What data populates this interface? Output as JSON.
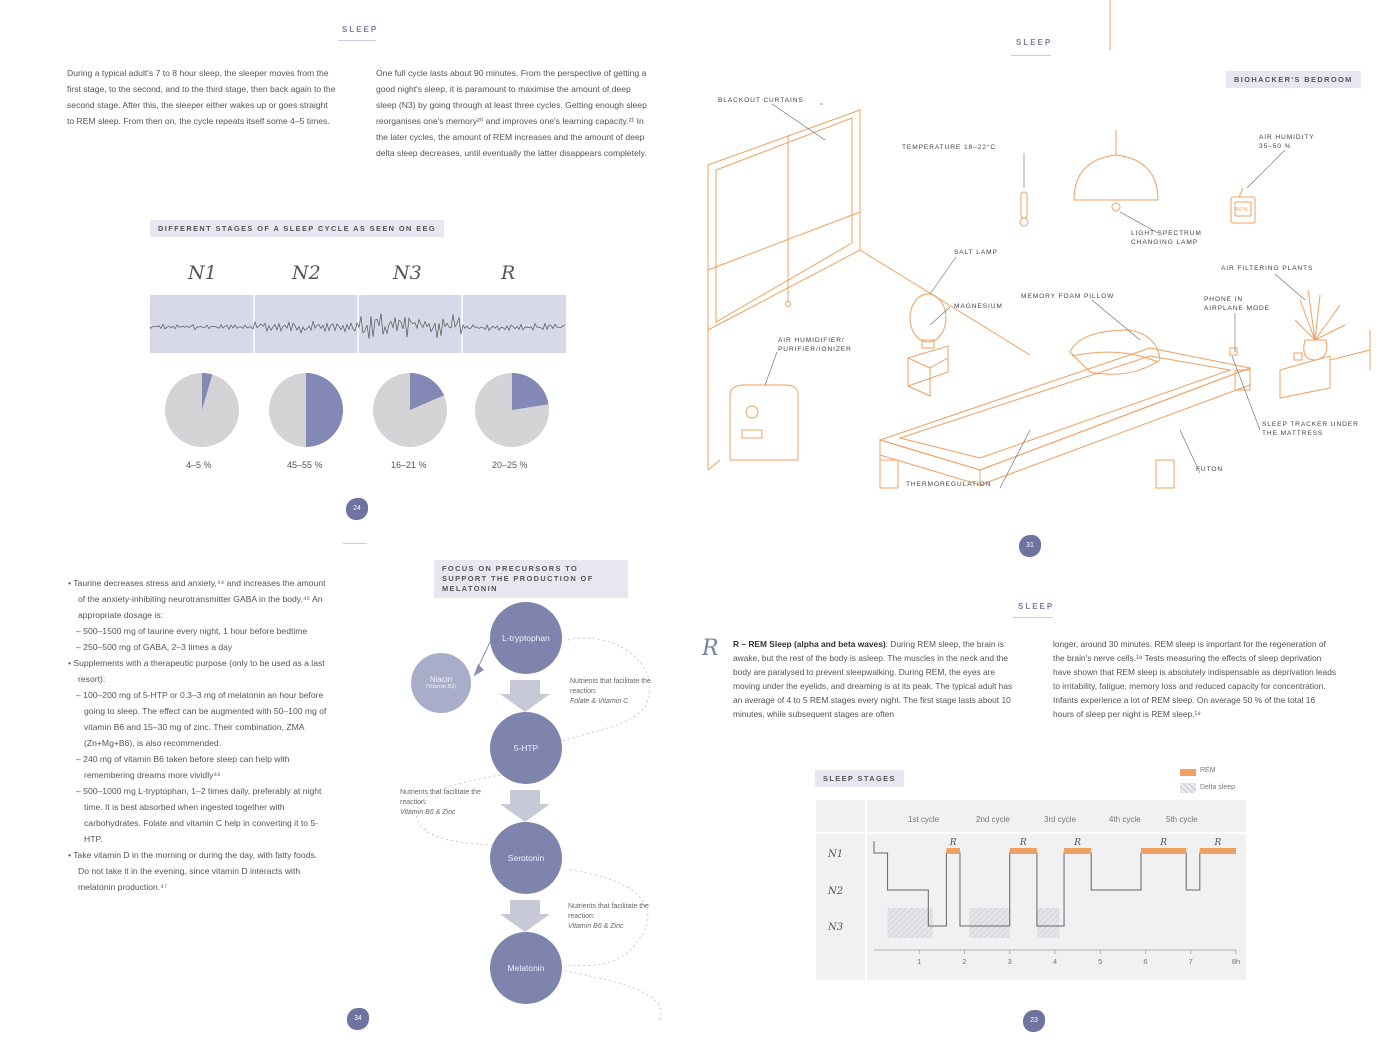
{
  "page_tl": {
    "section": "SLEEP",
    "col1": "During a typical adult's 7 to 8 hour sleep, the sleeper moves from the first stage, to the second, and to the third stage, then back again to the second stage. After this, the sleeper either wakes up or goes straight to REM sleep. From then on, the cycle repeats itself some 4–5 times.",
    "col2": "One full cycle lasts about 90 minutes. From the perspective of getting a good night's sleep, it is paramount to maximise the amount of deep sleep (N3) by going through at least three cycles. Getting enough sleep reorganises one's memory²⁰ and improves one's learning capacity.²¹ In the later cycles, the amount of REM increases and the amount of deep delta sleep decreases, until eventually the latter disappears completely.",
    "figure_title": "DIFFERENT STAGES OF A SLEEP CYCLE AS SEEN ON EEG",
    "stages": [
      {
        "label": "N1",
        "pct_label": "4–5 %",
        "share": 0.045
      },
      {
        "label": "N2",
        "pct_label": "45–55 %",
        "share": 0.5
      },
      {
        "label": "N3",
        "pct_label": "16–21 %",
        "share": 0.185
      },
      {
        "label": "R",
        "pct_label": "20–25 %",
        "share": 0.225
      }
    ],
    "page_number": "24"
  },
  "page_tr": {
    "section": "SLEEP",
    "box_title": "BIOHACKER'S BEDROOM",
    "labels": {
      "blackout": "BLACKOUT CURTAINS",
      "temperature": "TEMPERATURE 18–22°C",
      "humidity": "AIR HUMIDITY 35–50 %",
      "humidity_display": "40%",
      "lamp": "LIGHT SPECTRUM CHANGING LAMP",
      "salt": "SALT LAMP",
      "plants": "AIR FILTERING PLANTS",
      "magnesium": "MAGNESIUM",
      "pillow": "MEMORY FOAM PILLOW",
      "phone": "PHONE IN AIRPLANE MODE",
      "humidifier": "AIR HUMIDIFIER/ PURIFIER/IONIZER",
      "tracker": "SLEEP TRACKER UNDER THE MATTRESS",
      "futon": "FUTON",
      "thermo": "THERMOREGULATION"
    },
    "page_number": "31"
  },
  "page_bl": {
    "section": "SLEEP",
    "bullets": [
      {
        "kind": "main",
        "text": "• Taurine decreases stress and anxiety,⁴⁴ and increases the amount of the anxiety-inhibiting neurotransmitter GABA in the body.⁴⁵ An appropriate dosage is:"
      },
      {
        "kind": "sub",
        "text": "– 500–1500 mg of taurine every night, 1 hour before bedtime"
      },
      {
        "kind": "sub",
        "text": "– 250–500 mg of GABA, 2–3 times a day"
      },
      {
        "kind": "main",
        "text": "• Supplements with a therapeutic purpose (only to be used as a last resort):"
      },
      {
        "kind": "sub",
        "text": "– 100–200 mg of 5-HTP or 0.3–3 mg of melatonin an hour before going to sleep. The effect can be augmented with 50–100 mg of vitamin B6 and 15–30 mg of zinc. Their combination, ZMA (Zn+Mg+B6), is also recommended."
      },
      {
        "kind": "sub",
        "text": "– 240 mg of vitamin B6 taken before sleep can help with remembering dreams more vividly⁴⁶"
      },
      {
        "kind": "sub",
        "text": "– 500–1000 mg L-tryptophan, 1–2 times daily, preferably at night time. It is best absorbed when ingested together with carbohydrates. Folate and vitamin C help in converting it to 5-HTP."
      },
      {
        "kind": "main",
        "text": "• Take vitamin D in the morning or during the day, with fatty foods. Do not take it in the evening, since vitamin D interacts with melatonin production.⁴⁷"
      }
    ],
    "figure_title": "FOCUS ON PRECURSORS TO SUPPORT THE PRODUCTION OF MELATONIN",
    "chain": [
      "L-tryptophan",
      "5-HTP",
      "Serotonin",
      "Melatonin"
    ],
    "niacin": "Niacin",
    "niacin_sub": "(Vitamin B3)",
    "notes": [
      {
        "title": "Nutrients that facilitate the reaction:",
        "nutrients": "Folate & Vitamin C"
      },
      {
        "title": "Nutrients that facilitate the reaction:",
        "nutrients": "Vitamin B6 & Zinc"
      },
      {
        "title": "Nutrients that facilitate the reaction:",
        "nutrients": "Vitamin B6 & Zinc"
      }
    ],
    "page_number": "34"
  },
  "page_br": {
    "section": "SLEEP",
    "drop_cap": "R",
    "rem_heading": "R – REM Sleep (alpha and beta waves)",
    "rem_col1": ": During REM sleep, the brain is awake, but the rest of the body is asleep. The muscles in the neck and the body are paralysed to prevent sleepwalking. During REM, the eyes are moving under the eyelids, and dreaming is at its peak. The typical adult has an average of 4 to 5 REM stages every night. The first stage lasts about 10 minutes, while subsequent stages are often",
    "rem_col2": "longer, around 30 minutes. REM sleep is important for the regeneration of the brain's nerve cells.¹⁸ Tests measuring the effects of sleep deprivation have shown that REM sleep is absolutely indispensable as deprivation leads to irritability, fatigue, memory loss and reduced capacity for concentration. Infants experience a lot of REM sleep. On average 50 % of the total 16 hours of sleep per night is REM sleep.¹⁹",
    "chart_title": "SLEEP STAGES",
    "legend": [
      {
        "name": "REM",
        "color": "#f0a060"
      },
      {
        "name": "Delta sleep",
        "color": "#d4d5dc"
      }
    ],
    "page_number": "23"
  },
  "chart_data": {
    "type": "line",
    "title": "SLEEP STAGES",
    "xlabel": "",
    "ylabel": "",
    "cycles": [
      "1st cycle",
      "2nd cycle",
      "3rd cycle",
      "4th cycle",
      "5th cycle"
    ],
    "rem_marker": "R",
    "y_categories": [
      "N1",
      "N2",
      "N3"
    ],
    "x_ticks": [
      "1",
      "2",
      "3",
      "4",
      "5",
      "6",
      "7",
      "8h"
    ],
    "xlim": [
      0,
      8
    ],
    "hypnogram": [
      {
        "t": 0.0,
        "stage": "N1"
      },
      {
        "t": 0.3,
        "stage": "N2"
      },
      {
        "t": 1.2,
        "stage": "N3"
      },
      {
        "t": 1.6,
        "stage": "N1"
      },
      {
        "t": 1.9,
        "stage": "N3"
      },
      {
        "t": 3.0,
        "stage": "N1"
      },
      {
        "t": 3.6,
        "stage": "N3"
      },
      {
        "t": 4.2,
        "stage": "N1"
      },
      {
        "t": 4.8,
        "stage": "N2"
      },
      {
        "t": 5.9,
        "stage": "N1"
      },
      {
        "t": 6.9,
        "stage": "N2"
      },
      {
        "t": 7.2,
        "stage": "N1"
      },
      {
        "t": 8.0,
        "stage": "N1"
      }
    ],
    "rem_periods": [
      [
        1.6,
        1.9
      ],
      [
        3.0,
        3.6
      ],
      [
        4.2,
        4.8
      ],
      [
        5.9,
        6.9
      ],
      [
        7.2,
        8.0
      ]
    ],
    "delta_periods": [
      [
        0.3,
        1.3
      ],
      [
        2.1,
        3.0
      ],
      [
        3.6,
        4.1
      ]
    ],
    "legend": [
      "REM",
      "Delta sleep"
    ]
  }
}
